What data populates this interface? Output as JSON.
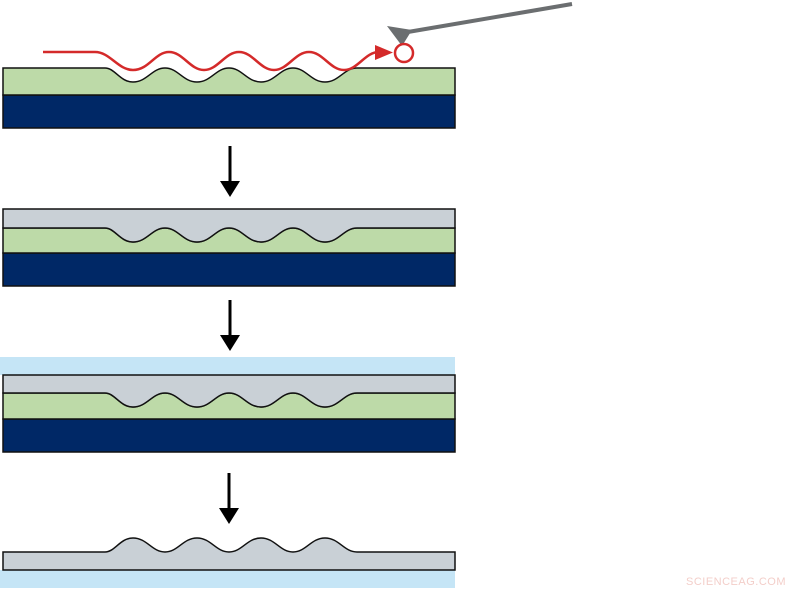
{
  "watermark": {
    "text": "SCIENCEAG.COM",
    "color": "#f2c9c4"
  },
  "colors": {
    "substrate": "#002866",
    "resist": "#bddaa8",
    "replica": "#c9d0d6",
    "release_layer": "#c5e5f6",
    "laser": "#d42a2a",
    "probe": "#6b6e70",
    "outline": "#111111",
    "arrow": "#000000"
  },
  "steps": [
    {
      "id": "laser-writing",
      "layers": [
        "resist-patterned",
        "substrate"
      ],
      "tool": "probe-tip",
      "beam": "laser-path"
    },
    {
      "id": "coating",
      "layers": [
        "replica-coating",
        "resist-patterned",
        "substrate"
      ]
    },
    {
      "id": "bonding",
      "layers": [
        "release-layer",
        "replica-coating",
        "resist-patterned",
        "substrate"
      ]
    },
    {
      "id": "peel-off",
      "layers": [
        "replica-film",
        "release-layer"
      ]
    }
  ],
  "icons": {
    "step_arrow": "down-arrow-icon",
    "probe": "cantilever-probe-icon",
    "focus": "focus-circle-icon"
  }
}
